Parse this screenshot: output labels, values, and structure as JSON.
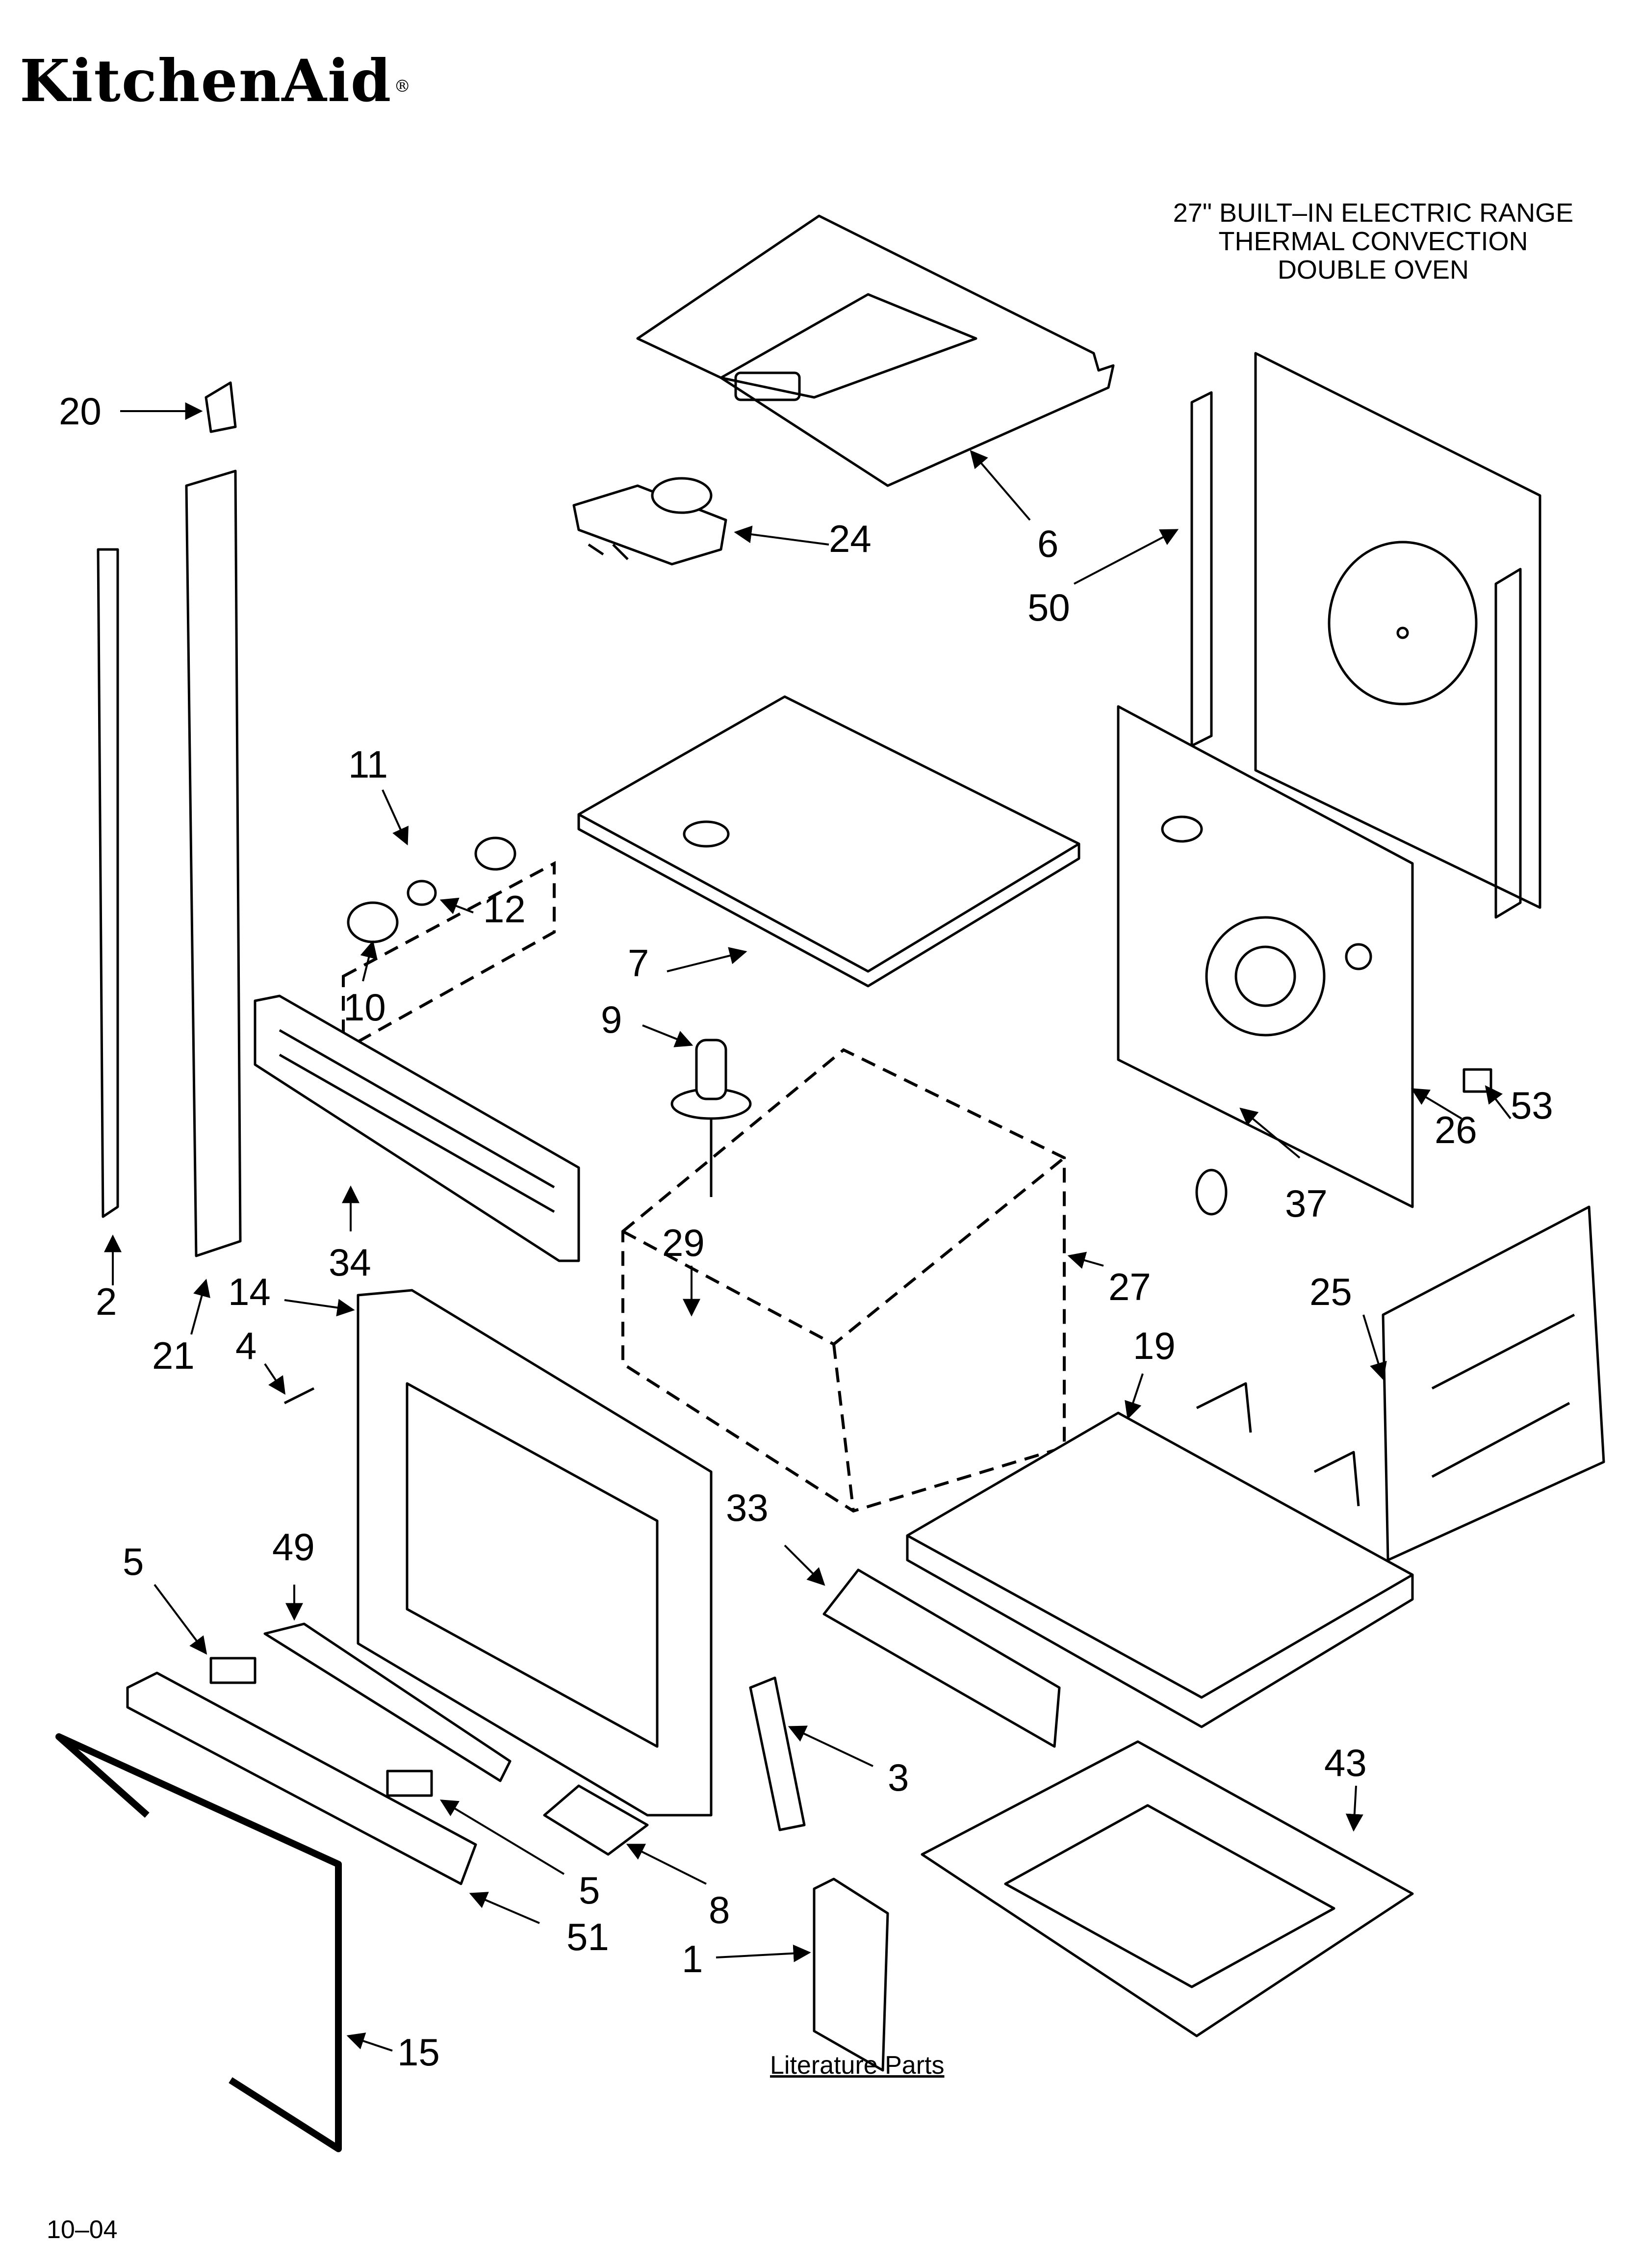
{
  "brand": {
    "name": "KitchenAid",
    "mark": "®"
  },
  "title": {
    "lines": [
      "27\" BUILT–IN ELECTRIC RANGE",
      "THERMAL CONVECTION",
      "DOUBLE OVEN"
    ]
  },
  "literature_label": "Literature Parts",
  "date_code": "10–04",
  "callouts": [
    "20",
    "24",
    "6",
    "50",
    "11",
    "12",
    "10",
    "7",
    "9",
    "53",
    "26",
    "37",
    "34",
    "29",
    "27",
    "2",
    "21",
    "14",
    "4",
    "25",
    "19",
    "33",
    "49",
    "5",
    "3",
    "43",
    "5",
    "8",
    "51",
    "1",
    "15"
  ]
}
